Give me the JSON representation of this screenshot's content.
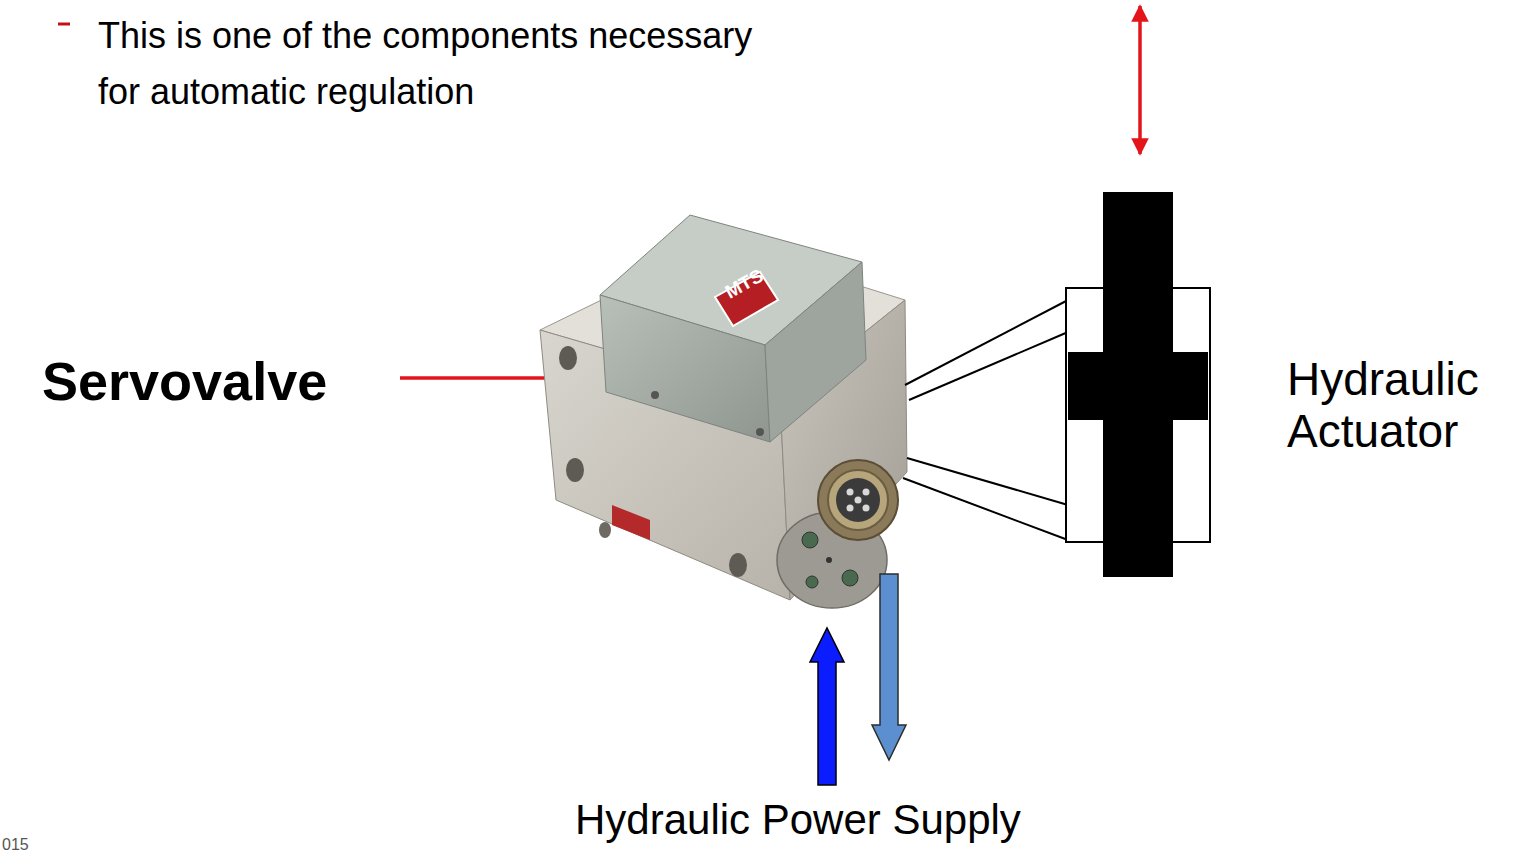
{
  "diagram": {
    "labels": [
      "This is one of the components necessary for automatic regulation",
      "Servovalve",
      "MTS",
      "Hydraulic Actuator",
      "Hydraulic Power Supply",
      "015"
    ]
  }
}
